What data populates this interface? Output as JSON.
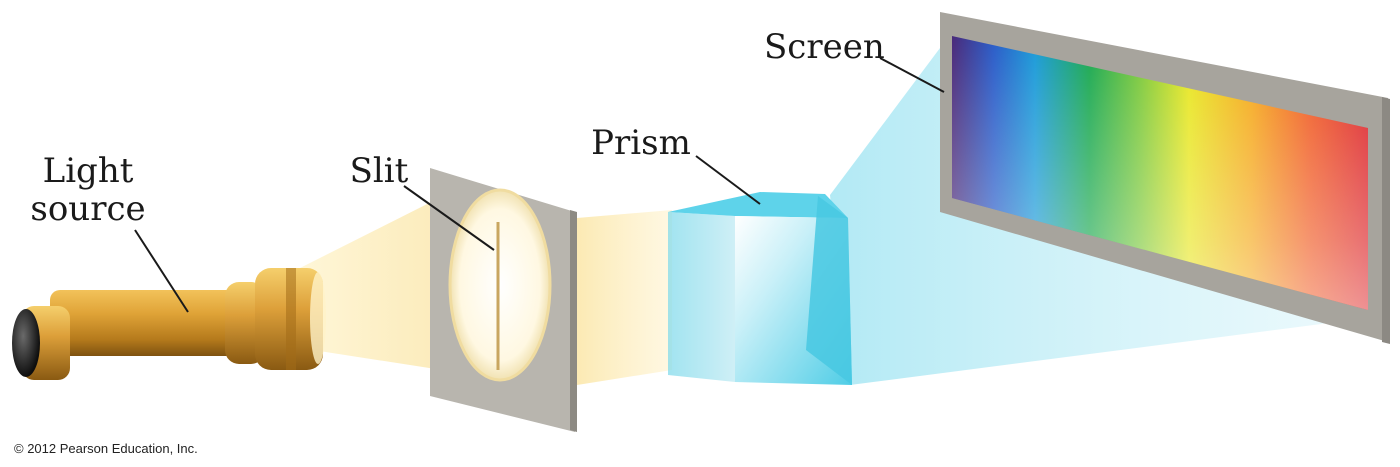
{
  "labels": {
    "light_source_line1": "Light",
    "light_source_line2": "source",
    "slit": "Slit",
    "prism": "Prism",
    "screen": "Screen"
  },
  "copyright": "© 2012 Pearson Education, Inc.",
  "colors": {
    "flashlight_body": "#d99a2b",
    "flashlight_dark": "#8a5a10",
    "beam_warm": "#fbe7a8",
    "prism_cyan": "#4fd0e8",
    "panel_gray": "#a9a59e",
    "spectrum": [
      "#5a2a8a",
      "#1a8fd8",
      "#1aa84a",
      "#e8e41a",
      "#f59a1a",
      "#e0262a"
    ]
  }
}
